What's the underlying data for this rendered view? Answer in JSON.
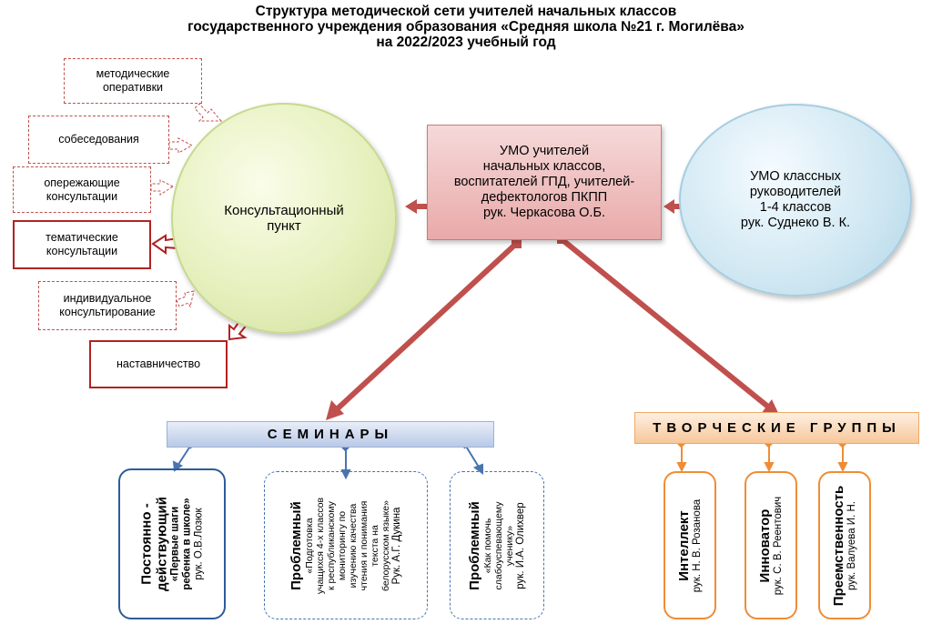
{
  "title": {
    "line1": "Структура методической сети учителей начальных классов",
    "line2": "государственного учреждения образования «Средняя школа №21 г. Могилёва»",
    "line3": "на 2022/2023 учебный год"
  },
  "consult": {
    "center": [
      "Консультационный",
      "пункт"
    ],
    "items": [
      {
        "id": "operativki",
        "lines": [
          "методические",
          "оперативки"
        ],
        "style": "dashed"
      },
      {
        "id": "sobesedovanie",
        "lines": [
          "собеседования"
        ],
        "style": "dashed"
      },
      {
        "id": "operezhayuschie",
        "lines": [
          "опережающие",
          "консультации"
        ],
        "style": "dashed"
      },
      {
        "id": "tematicheskie",
        "lines": [
          "тематические",
          "консультации"
        ],
        "style": "solid"
      },
      {
        "id": "individualnoe",
        "lines": [
          "индивидуальное",
          "консультирование"
        ],
        "style": "dashed"
      },
      {
        "id": "nastavnichestvo",
        "lines": [
          "наставничество"
        ],
        "style": "solid"
      }
    ]
  },
  "umo_main": [
    "УМО учителей",
    "начальных классов,",
    "воспитателей ГПД, учителей-",
    "дефектологов ПКПП",
    "рук. Черкасова О.Б."
  ],
  "umo_class": [
    "УМО классных",
    "руководителей",
    "1-4 классов",
    "рук. Суднеко В. К."
  ],
  "seminars": {
    "label": "СЕМИНАРЫ",
    "items": [
      {
        "id": "postoyanno",
        "title": [
          "Постоянно -",
          "действующий"
        ],
        "text": [
          "«Первые шаги",
          "ребенка в школе»"
        ],
        "head": "рук. О.В.Лозюк"
      },
      {
        "id": "problem1",
        "title": [
          "Проблемный"
        ],
        "text": [
          "«Подготовка",
          "учащихся 4-х классов",
          "к республиканскому",
          "мониторингу по",
          "изучению качества",
          "чтения и понимания",
          "текста на",
          "белорусском языке»"
        ],
        "head": "Рук. А.Г. Дукина"
      },
      {
        "id": "problem2",
        "title": [
          "Проблемный"
        ],
        "text": [
          "«Как помочь",
          "слабоуспевающему",
          "ученику»"
        ],
        "head": "рук. И.А. Олихвер"
      }
    ]
  },
  "creative": {
    "label": "ТВОРЧЕСКИЕ ГРУППЫ",
    "items": [
      {
        "id": "intellekt",
        "title": "Интеллект",
        "head": "рук. Н. В. Розанова"
      },
      {
        "id": "innovator",
        "title": "Инноватор",
        "head": "рук. С. В. Реентович"
      },
      {
        "id": "preemstvennost",
        "title": "Преемственность",
        "head": "рук.  Валуева И. Н."
      }
    ]
  },
  "colors": {
    "red_connector": "#c0504d",
    "blue_connector": "#4a74b0",
    "orange_connector": "#ef8d35"
  }
}
